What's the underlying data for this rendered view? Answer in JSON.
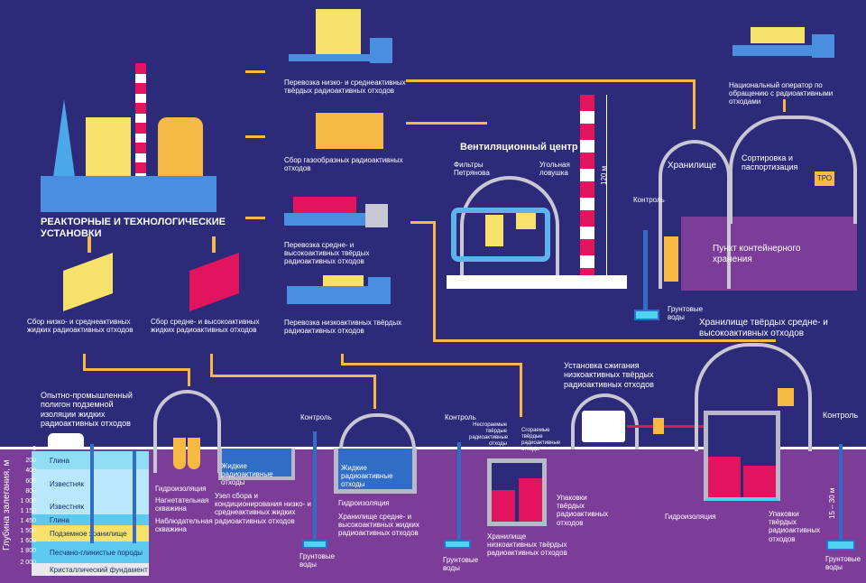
{
  "reactor": {
    "title": "РЕАКТОРНЫЕ И ТЕХНОЛОГИЧЕСКИЕ УСТАНОВКИ"
  },
  "collection": {
    "low_liquid": "Сбор низко- и среднеактивных жидких радиоактивных отходов",
    "high_liquid": "Сбор средне- и высокоактивных жидких радиоактивных отходов"
  },
  "transport": {
    "low_mid_solid": "Перевозка низко- и среднеактивных твёрдых радиоактивных отходов",
    "gas": "Сбор газообразных радиоактивных отходов",
    "mid_high_solid": "Перевозка средне- и высокоактивных твёрдых радиоактивных отходов",
    "low_solid": "Перевозка низкоактивных твёрдых радиоактивных отходов"
  },
  "ventilation": {
    "title": "Вентиляционный центр",
    "filters": "Фильтры Петрянова",
    "trap": "Угольная ловушка",
    "height": "120 м"
  },
  "container_storage": {
    "operator": "Национальный оператор по обращению с радиоактивными отходами",
    "storage": "Хранилище",
    "sorting": "Сортировка и паспортизация",
    "tro": "ТРО",
    "control": "Контроль",
    "title": "Пункт контейнерного хранения",
    "groundwater": "Грунтовые воды"
  },
  "solid_storage": {
    "title": "Хранилище твёрдых средне- и высокоактивных отходов",
    "control": "Контроль",
    "packages": "Упаковки твёрдых радиоактивных отходов",
    "waterproofing": "Гидроизоляция",
    "depth": "15 – 30 м",
    "groundwater": "Грунтовые воды"
  },
  "incineration": {
    "title": "Установка сжигания низкоактивных твёрдых радиоактивных отходов",
    "noncombustible": "Несгораемые твёрдые радиоактивные отходы",
    "combustible": "Сгораемые твёрдые радиоактивные отходы"
  },
  "low_storage": {
    "title": "Хранилище низкоактивных твёрдых радиоактивных отходов",
    "packages": "Упаковки твёрдых радиоактивных отходов",
    "control": "Контроль",
    "groundwater": "Грунтовые воды"
  },
  "liquid_storage": {
    "title": "Хранилище средне- и высокоактивных жидких радиоактивных отходов",
    "liquid": "Жидкие радиоактивные отходы",
    "waterproofing": "Гидроизоляция",
    "control": "Контроль",
    "groundwater": "Грунтовые воды"
  },
  "polygon": {
    "title": "Опытно-промышленный полигон подземной изоляции жидких радиоактивных отходов",
    "liquid": "Жидкие радиоактивные отходы",
    "waterproofing": "Гидроизоляция",
    "injection": "Нагнетательная скважина",
    "observation": "Наблюдательная скважина",
    "node": "Узел сбора и кондиционирования низко- и среднеактивных жидких радиоактивных отходов"
  },
  "depth_axis": {
    "label": "Глубина залегания, м",
    "ticks": [
      "0",
      "200",
      "400",
      "600",
      "800",
      "1 000",
      "1 150",
      "1 450",
      "1 500",
      "1 600",
      "1 800",
      "2 000"
    ]
  },
  "layers": [
    "Глина",
    "Известняк",
    "Известняк",
    "Глина",
    "Подземное хранилище",
    "Песчано-глинистые породы",
    "Кристаллический фундамент"
  ]
}
